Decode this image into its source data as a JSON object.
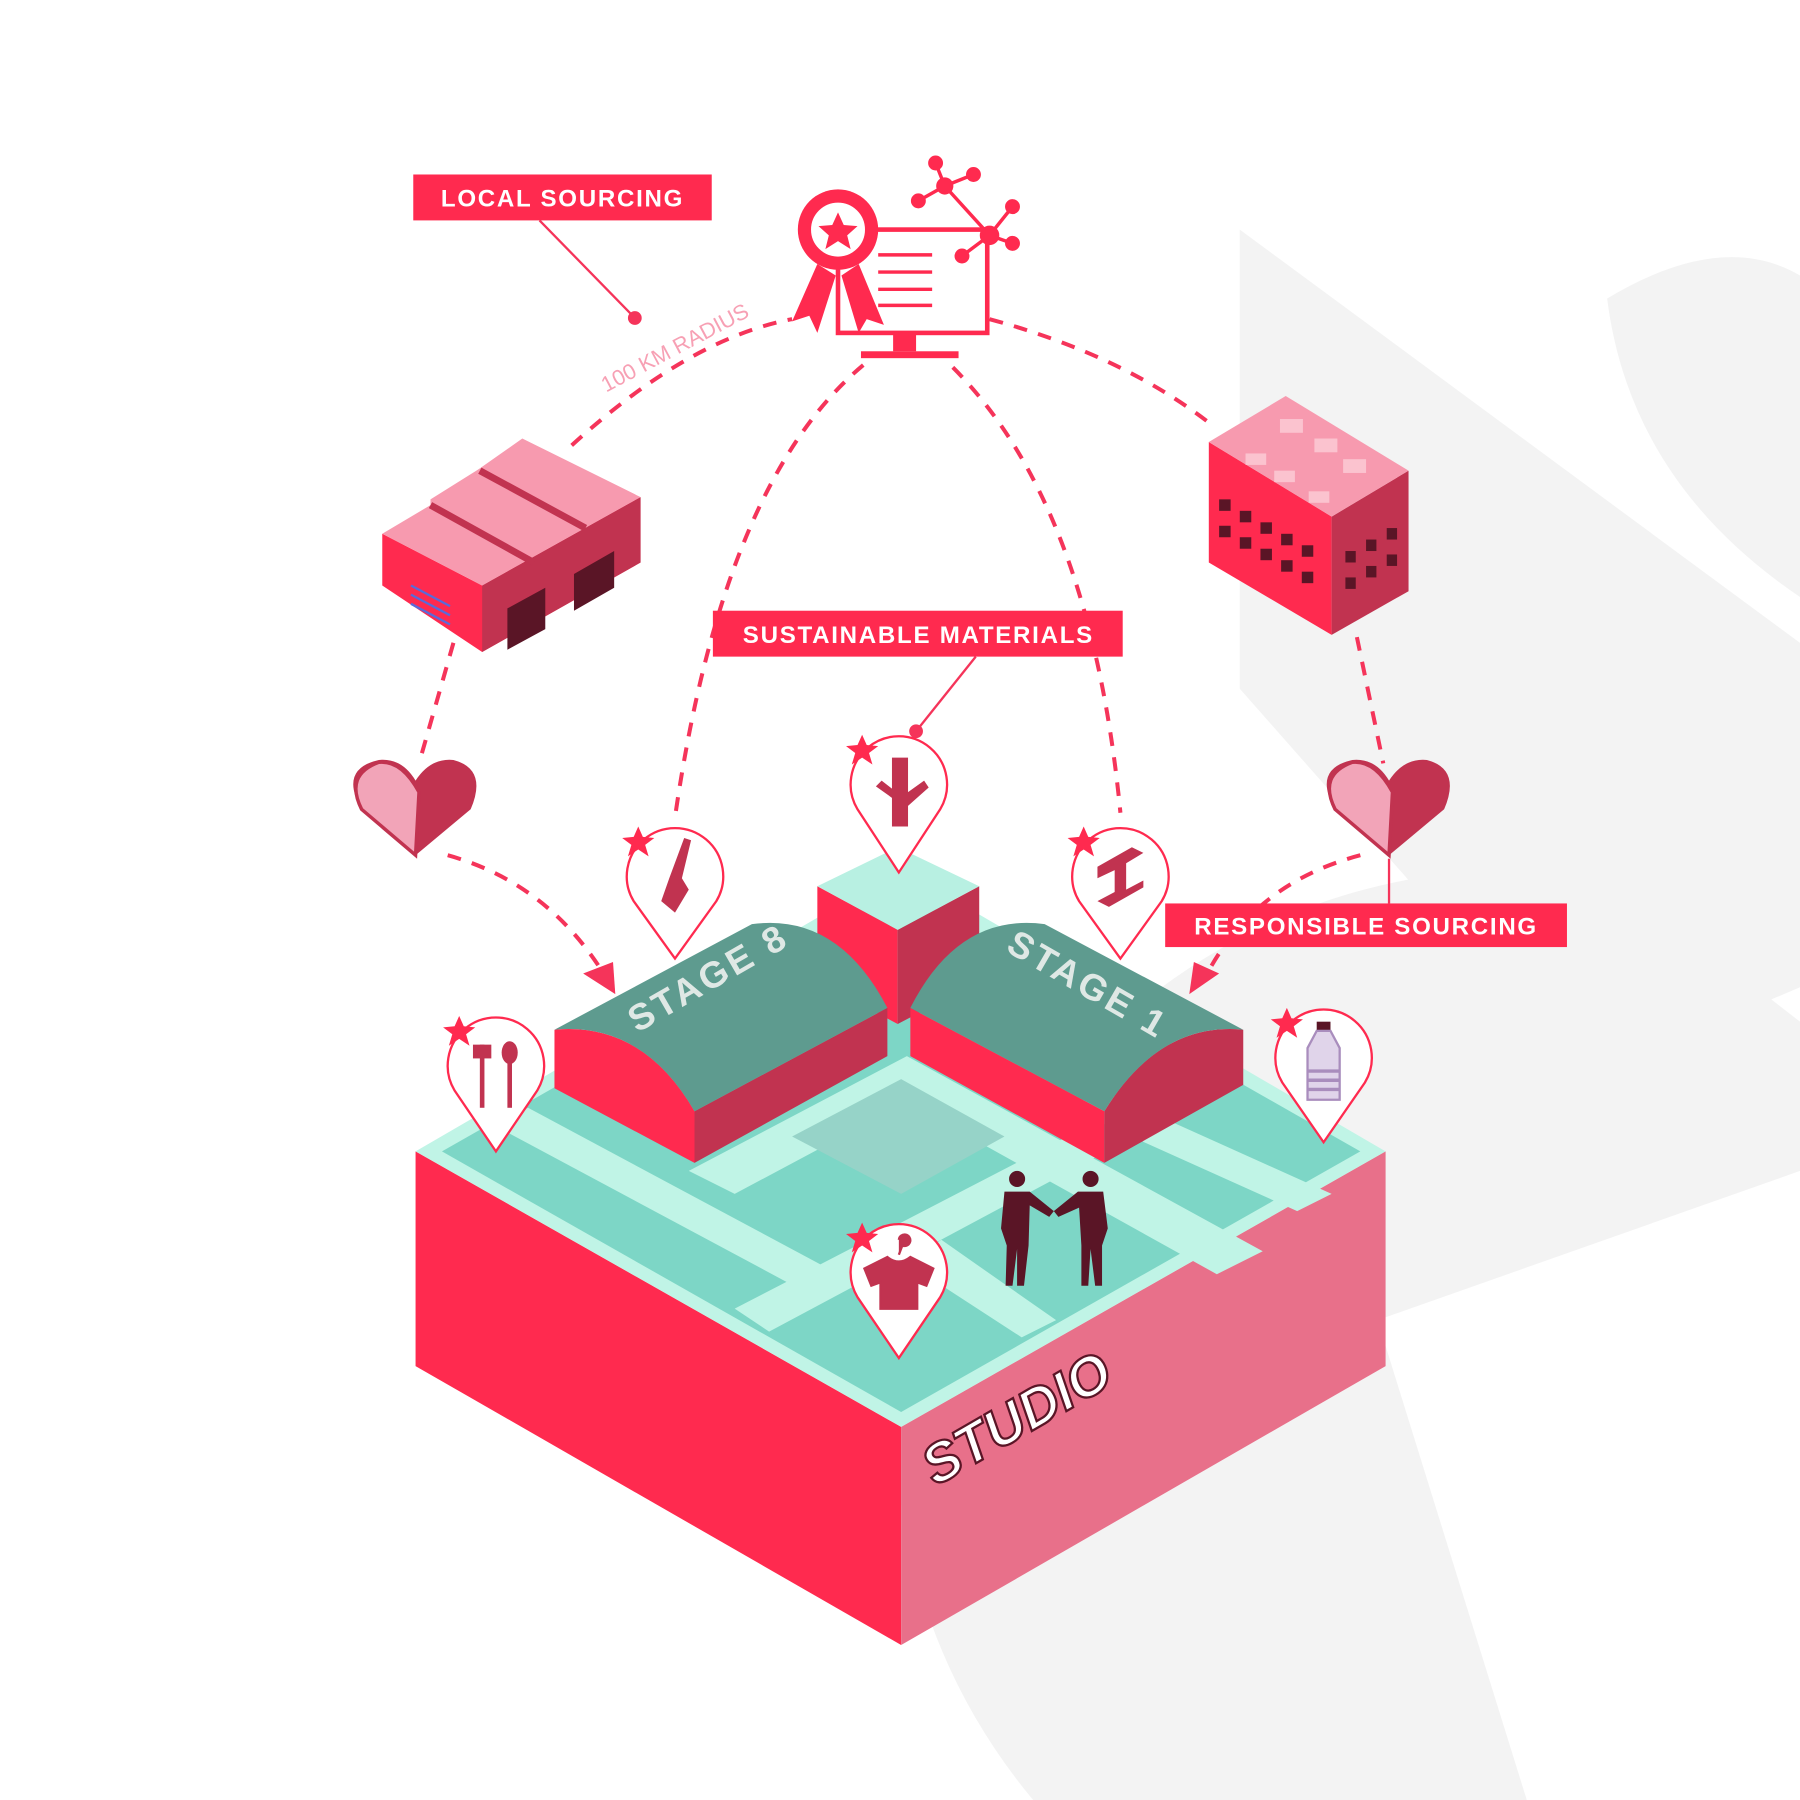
{
  "labels": {
    "local_sourcing": "LOCAL SOURCING",
    "sustainable_materials": "SUSTAINABLE MATERIALS",
    "responsible_sourcing": "RESPONSIBLE SOURCING",
    "radius": "100 KM RADIUS",
    "stage_8": "STAGE 8",
    "stage_1": "STAGE 1",
    "studio": "STUDIO"
  },
  "icons": [
    "certificate-monitor-icon",
    "network-icon",
    "warehouse-icon",
    "factory-icon",
    "handshake-heart-icon",
    "paintbrush-icon",
    "wood-log-icon",
    "steel-beam-icon",
    "cutlery-icon",
    "water-bottle-icon",
    "tshirt-icon",
    "people-handshake-icon"
  ],
  "colors": {
    "accent": "#ff2a4f",
    "side": "#e8708a",
    "roof": "#5e9b8f",
    "ground": "#7dd6c6",
    "path": "#c0f4e6",
    "dark": "#5a1526"
  }
}
